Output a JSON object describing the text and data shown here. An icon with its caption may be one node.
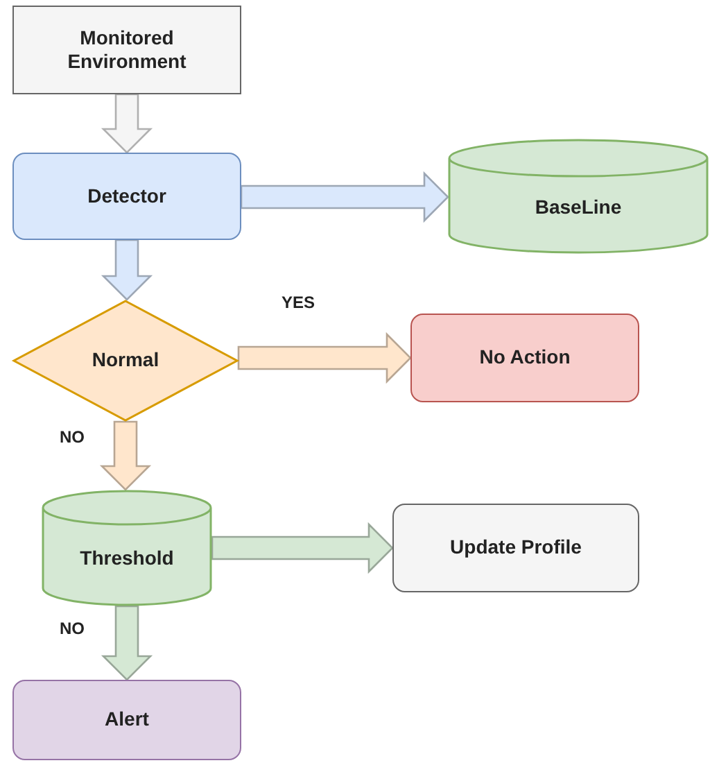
{
  "diagram": {
    "nodes": [
      {
        "text": [
          "Monitored Environment"
        ]
      },
      {
        "text": [
          "Detector"
        ]
      },
      {
        "text": [
          "BaseLine"
        ]
      },
      {
        "text": [
          "Normal"
        ]
      },
      {
        "text": [
          "No Action"
        ]
      },
      {
        "text": [
          "Threshold"
        ]
      },
      {
        "text": [
          "Update Profile"
        ]
      },
      {
        "text": [
          "Alert"
        ]
      }
    ],
    "edges": [
      {
        "from": 0,
        "to": 1,
        "arrow": "to",
        "color": "#f5f5f5"
      },
      {
        "from": 1,
        "to": 2,
        "arrow": "to",
        "color": "#dae8fc"
      },
      {
        "from": 1,
        "to": 3,
        "arrow": "to",
        "color": "#dae8fc"
      },
      {
        "from": 3,
        "to": 4,
        "arrow": "to",
        "label": "YES",
        "color": "#ffe6cc"
      },
      {
        "from": 3,
        "to": 5,
        "arrow": "to",
        "label": "NO",
        "color": "#ffe6cc"
      },
      {
        "from": 5,
        "to": 6,
        "arrow": "to",
        "color": "#d5e8d4"
      },
      {
        "from": 5,
        "to": 7,
        "arrow": "to",
        "label": "NO",
        "color": "#d5e8d4"
      }
    ]
  }
}
